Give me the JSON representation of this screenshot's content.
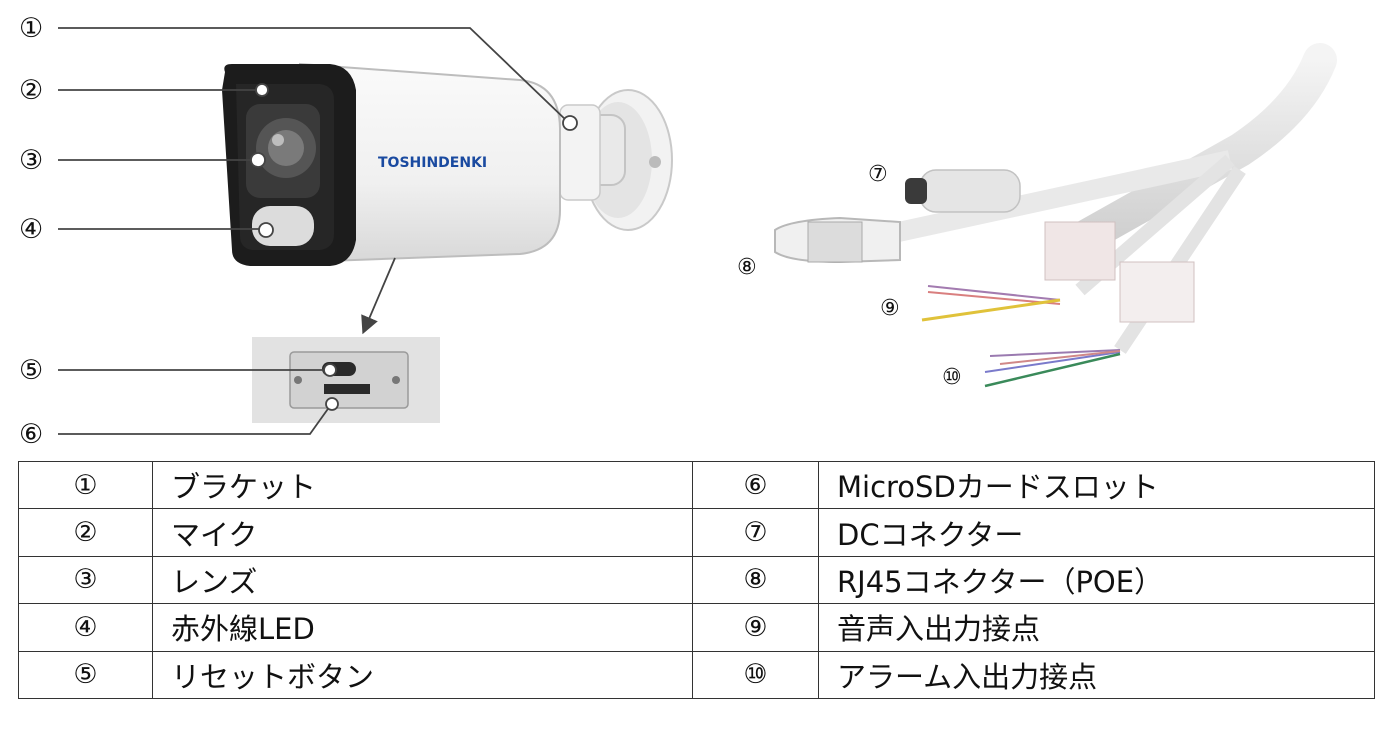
{
  "callouts": {
    "c1": "①",
    "c2": "②",
    "c3": "③",
    "c4": "④",
    "c5": "⑤",
    "c6": "⑥",
    "c7": "⑦",
    "c8": "⑧",
    "c9": "⑨",
    "c10": "⑩"
  },
  "brand": "TOSHINDENKI",
  "parts": [
    {
      "left_num": "①",
      "left_name": "ブラケット",
      "right_num": "⑥",
      "right_name": "MicroSDカードスロット"
    },
    {
      "left_num": "②",
      "left_name": "マイク",
      "right_num": "⑦",
      "right_name": "DCコネクター"
    },
    {
      "left_num": "③",
      "left_name": "レンズ",
      "right_num": "⑧",
      "right_name": "RJ45コネクター（POE）"
    },
    {
      "left_num": "④",
      "left_name": "赤外線LED",
      "right_num": "⑨",
      "right_name": "音声入出力接点"
    },
    {
      "left_num": "⑤",
      "left_name": "リセットボタン",
      "right_num": "⑩",
      "right_name": "アラーム入出力接点"
    }
  ]
}
